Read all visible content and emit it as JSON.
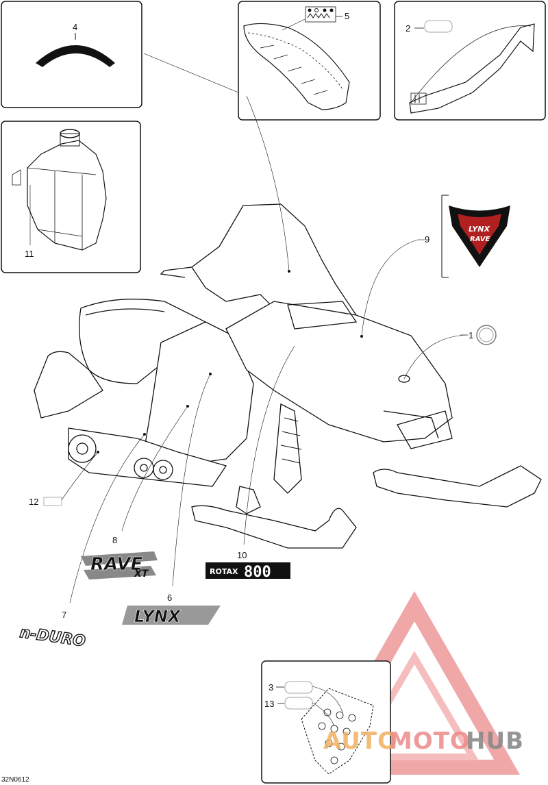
{
  "diagram": {
    "code": "32N0612",
    "callouts": {
      "c1": "1",
      "c2": "2",
      "c3": "3",
      "c4": "4",
      "c5": "5",
      "c6": "6",
      "c7": "7",
      "c8": "8",
      "c9": "9",
      "c10": "10",
      "c11": "11",
      "c12": "12",
      "c13": "13"
    },
    "decals": {
      "lynx_rave_upper": "LYNX",
      "lynx_rave_lower": "RAVE",
      "rave_xt": "RAVE",
      "rave_xt_suffix": "XT",
      "lynx": "LYNX",
      "nduro": "n-DURO",
      "rotax": "ROTAX",
      "rotax_800": "800"
    }
  },
  "watermark": {
    "part1": "AUTO",
    "part2": "MOTO",
    "part3": "HUB",
    "color_primary": "#ec8a8a",
    "color_accent": "#f0b060",
    "color_dark": "#8a8a8a"
  }
}
